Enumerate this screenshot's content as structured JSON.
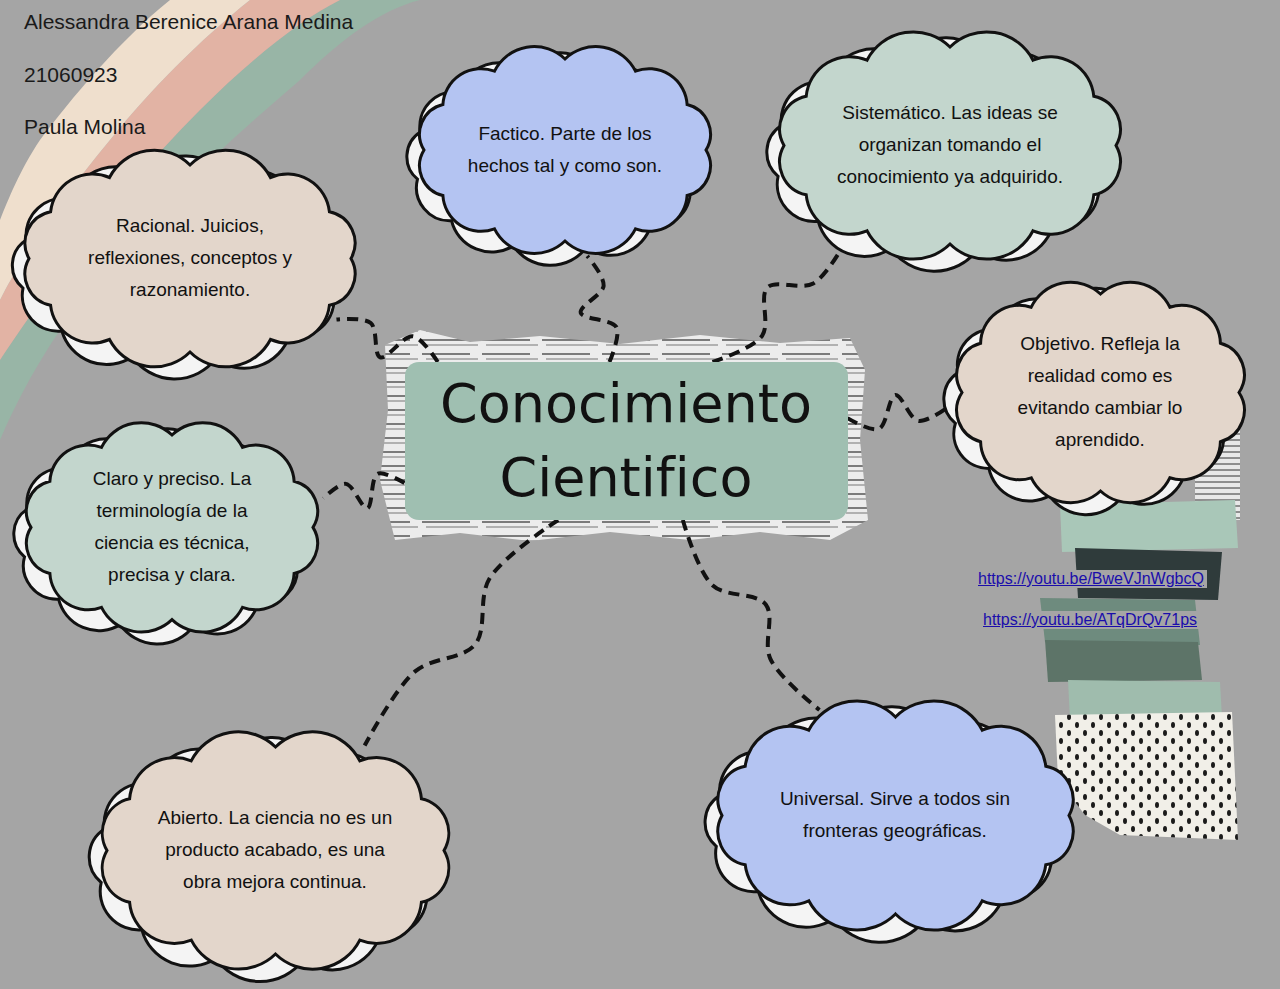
{
  "diagram": {
    "nodes": [
      {
        "text": [
          "Factico. Parte de los hechos tal y como son."
        ]
      },
      {
        "text": [
          "Sistemático. Las ideas se organizan tomando el conocimiento ya adquirido."
        ]
      },
      {
        "text": [
          "Racional. Juicios, reflexiones, conceptos y razonamiento."
        ]
      },
      {
        "text": [
          "Objetivo. Refleja la realidad como es evitando cambiar lo aprendido."
        ]
      },
      {
        "text": [
          "Conocimiento Cientifico"
        ]
      },
      {
        "text": [
          "Claro y preciso. La terminología de la ciencia es técnica, precisa y clara."
        ]
      },
      {
        "text": [
          "Universal. Sirve a todos sin fronteras geográficas."
        ]
      },
      {
        "text": [
          "Abierto. La ciencia no es un producto acabado, es una obra mejora continua."
        ]
      }
    ],
    "edges": [
      {
        "from": 4,
        "to": 0,
        "arrow": "none"
      },
      {
        "from": 4,
        "to": 1,
        "arrow": "none"
      },
      {
        "from": 4,
        "to": 2,
        "arrow": "none"
      },
      {
        "from": 4,
        "to": 3,
        "arrow": "none"
      },
      {
        "from": 4,
        "to": 5,
        "arrow": "none"
      },
      {
        "from": 4,
        "to": 6,
        "arrow": "none"
      },
      {
        "from": 4,
        "to": 7,
        "arrow": "none"
      }
    ],
    "labels": [
      "Alessandra Berenice Arana Medina",
      "21060923",
      "Paula Molina",
      "https://youtu.be/BweVJnWgbcQ",
      "https://youtu.be/ATqDrQv71ps"
    ]
  }
}
